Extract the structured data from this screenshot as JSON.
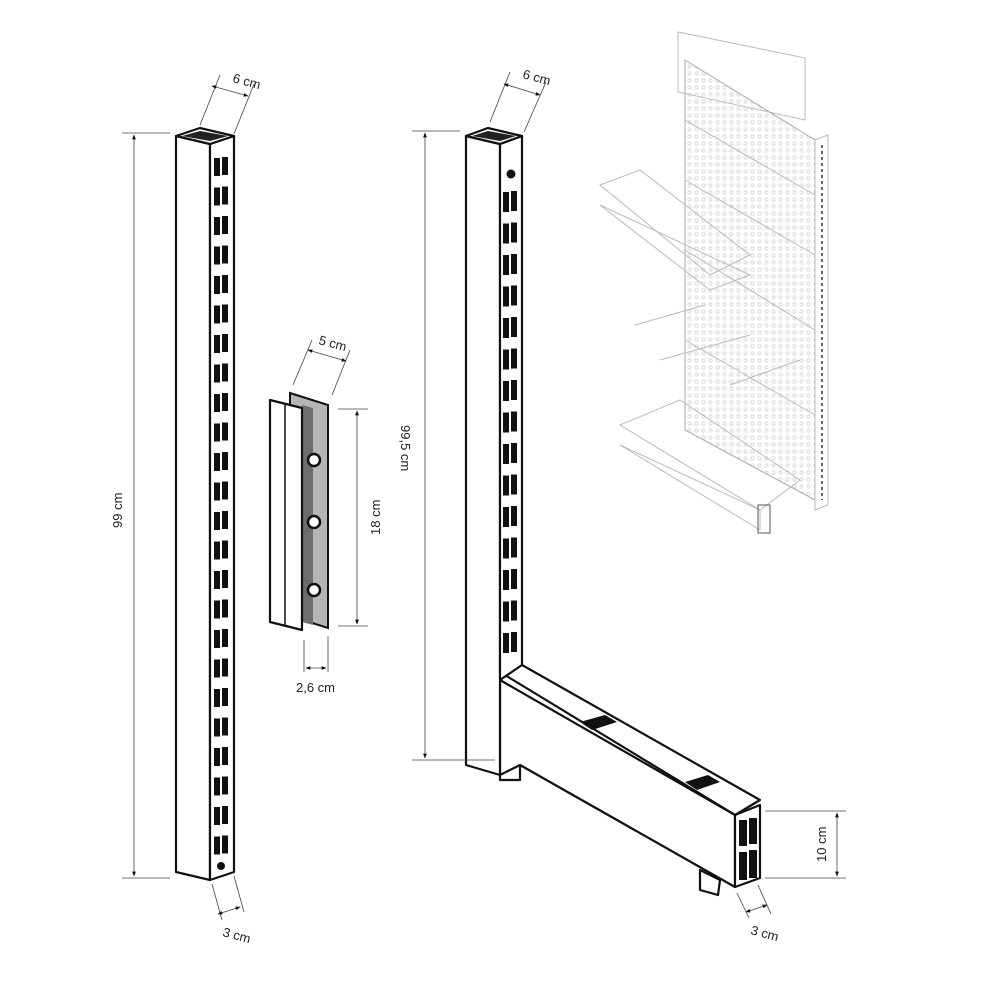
{
  "drawing": {
    "upright_post": {
      "width_label": "6 cm",
      "height_label": "99 cm",
      "depth_label": "3 cm"
    },
    "connector_clip": {
      "width_label": "5 cm",
      "height_label": "18 cm",
      "depth_label": "2,6 cm"
    },
    "base_post": {
      "width_label": "6 cm",
      "height_label": "99,5 cm",
      "foot_height_label": "10 cm",
      "foot_depth_label": "3 cm"
    }
  },
  "colors": {
    "line": "#111111",
    "clip_fill": "#b5b5b5",
    "clip_dark": "#6e6e6e",
    "ghost": "#bbbbbb"
  }
}
